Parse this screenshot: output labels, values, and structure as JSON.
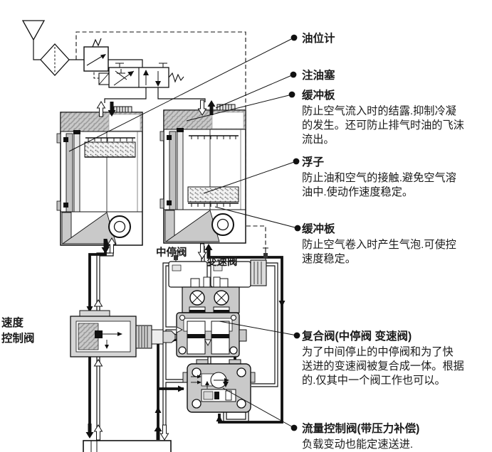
{
  "figure": {
    "type": "technical-diagram",
    "subject": "air-hydro speed control unit cross-section with pneumatic circuit"
  },
  "colors": {
    "background": "#ffffff",
    "line": "#1a1a1a",
    "component_gray": "#c9c9c9",
    "light_gray": "#e2e2e2"
  },
  "callouts": [
    {
      "id": "oil_level_gauge",
      "title": "油位计",
      "desc": ""
    },
    {
      "id": "oil_filler_plug",
      "title": "注油塞",
      "desc": ""
    },
    {
      "id": "buffer_plate_top",
      "title": "缓冲板",
      "desc": "防止空气流入时的结露.抑制冷凝\n的发生。还可防止排气时油的飞沫\n流出。"
    },
    {
      "id": "float",
      "title": "浮子",
      "desc": "防止油和空气的接触.避免空气溶\n油中.使动作速度稳定。"
    },
    {
      "id": "buffer_plate_bottom",
      "title": "缓冲板",
      "desc": "防止空气卷入时产生气泡.可使控\n速度稳定。"
    },
    {
      "id": "composite_valve",
      "title": "复合阀(中停阀 变速阀)",
      "desc": "为了中间停止的中停阀和为了快\n送进的变速阀被复合成一体。根据\n的.仅其中一个阀工作也可以。"
    },
    {
      "id": "flow_control_valve",
      "title": "流量控制阀(带压力补偿)",
      "desc": "负载变动也能定速送进."
    }
  ],
  "inline_labels": {
    "speed_control_valve": "速度\n控制阀",
    "mid_stop_valve": "中停阀",
    "speed_change_valve": "变速阀"
  },
  "components": {
    "exhaust_symbol": "exhaust-triangle",
    "filter_symbol": "air-filter-diamond",
    "regulator_symbol": "pressure-regulator",
    "solenoid_valve_symbol": "5-port-solenoid-valve",
    "left_tank": "oil-tank-left-section",
    "right_tank": "oil-tank-right-section",
    "speed_control_valve": "speed-control-valve",
    "composite_valve": "composite-valve-assembly",
    "flow_control_valve": "flow-control-valve",
    "air_cylinder": "air-hydro-cylinder"
  }
}
